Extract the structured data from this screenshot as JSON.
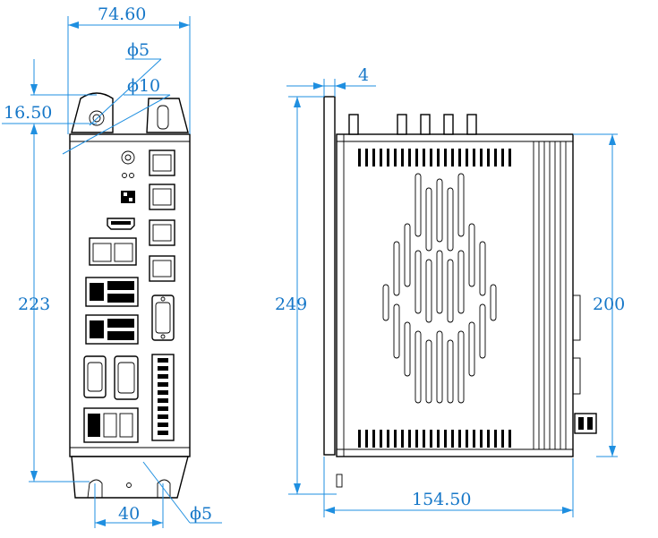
{
  "colors": {
    "dimension": "#1f8fe0",
    "dimension_text": "#1677c8",
    "outline": "#000000",
    "background": "#ffffff"
  },
  "front_view": {
    "width_label": "74.60",
    "hole_small_label": "ϕ5",
    "hole_large_label": "ϕ10",
    "top_offset_label": "16.50",
    "height_label": "223",
    "foot_spacing_label": "40",
    "foot_hole_label": "ϕ5"
  },
  "side_view": {
    "flange_label": "4",
    "overall_height_label": "249",
    "body_height_label": "200",
    "depth_label": "154.50"
  }
}
